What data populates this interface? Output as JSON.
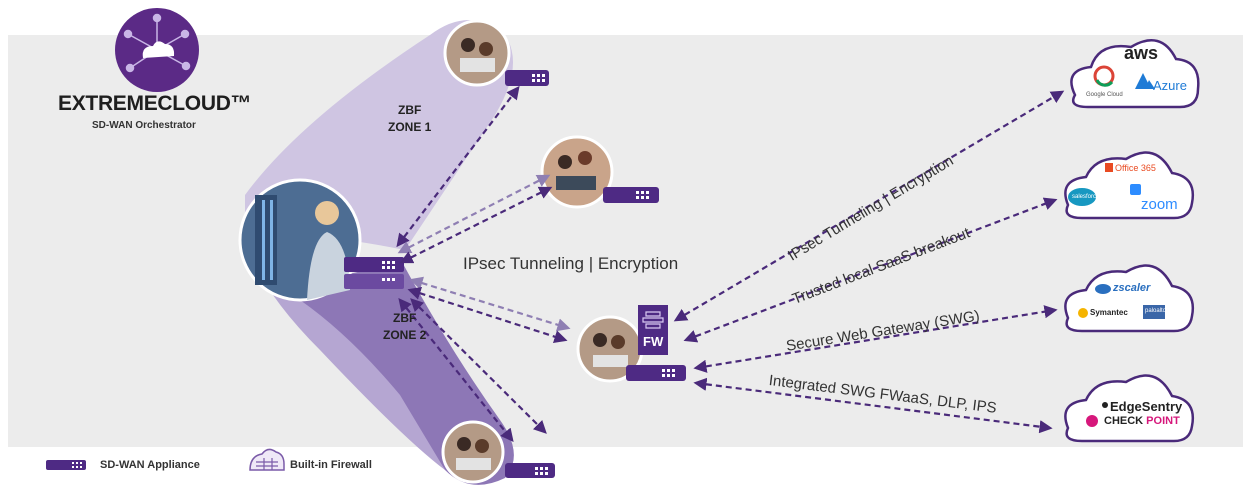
{
  "brand": {
    "name": "EXTREMECLOUD™",
    "subtitle": "SD-WAN Orchestrator"
  },
  "zones": {
    "zone1": [
      "ZBF",
      "ZONE 1"
    ],
    "zone2": [
      "ZBF",
      "ZONE 2"
    ]
  },
  "center_label": "IPsec Tunneling | Encryption",
  "firewall_label": "FW",
  "links": {
    "cloud_iaas": "IPsec Tunneling | Encryption",
    "saas": "Trusted local SaaS breakout",
    "swg": "Secure Web Gateway (SWG)",
    "integrated": "Integrated SWG FWaaS, DLP, IPS"
  },
  "clouds": {
    "iaas": {
      "aws": "aws",
      "google": "Google Cloud",
      "azure": "Azure"
    },
    "saas": {
      "office": "Office 365",
      "salesforce": "salesforce",
      "zoom": "zoom"
    },
    "swg": {
      "zscaler": "zscaler",
      "symantec": "Symantec",
      "paloalto": "paloalto"
    },
    "edge": {
      "edgesentry": "EdgeSentry",
      "checkpoint_a": "CHECK ",
      "checkpoint_b": "POINT"
    }
  },
  "legend": {
    "appliance": "SD-WAN Appliance",
    "firewall": "Built-in Firewall"
  },
  "colors": {
    "purple": "#5b2a86",
    "zone1_fill": "#cdc3e0",
    "zone2_fill": "#8e79b5",
    "band": "#ececec",
    "azure": "#1f7bd6",
    "zoom": "#2d8cff",
    "office": "#e94b22",
    "checkpoint": "#d6177b"
  }
}
